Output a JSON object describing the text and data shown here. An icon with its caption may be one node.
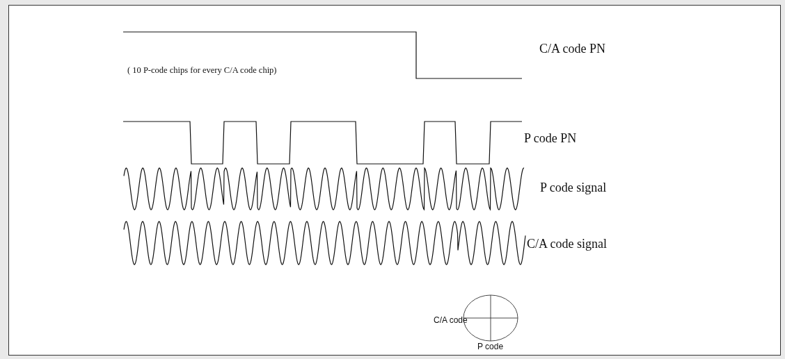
{
  "diagram": {
    "labels": [
      "( 10 P-code chips for every C/A code chip)",
      "C/A code PN",
      "P code PN",
      "P code signal",
      "C/A code signal",
      "C/A code",
      "P code"
    ]
  }
}
